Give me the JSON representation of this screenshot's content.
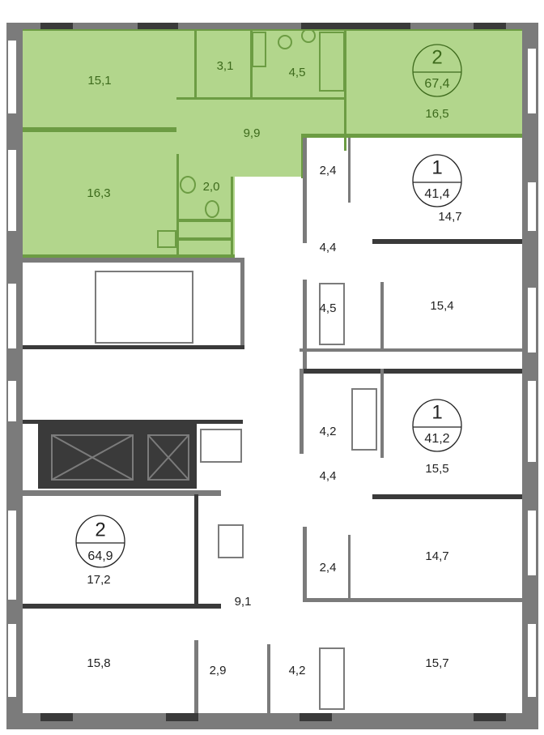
{
  "colors": {
    "selected_fill": "#b2d68c",
    "selected_wall": "#6c9c43",
    "wall": "#7b7b7b",
    "selected_text": "#3d6a1c"
  },
  "apartments": [
    {
      "rooms": "2",
      "area": "67,4",
      "selected": true,
      "room_areas": {
        "bedroom_1": "15,1",
        "storage": "3,1",
        "bathroom": "4,5",
        "living": "16,5",
        "hall": "9,9",
        "bedroom_2": "16,3",
        "wc": "2,0"
      }
    },
    {
      "rooms": "1",
      "area": "41,4",
      "selected": false,
      "room_areas": {
        "storage": "2,4",
        "room": "14,7",
        "hall": "4,4",
        "bathroom": "4,5",
        "kitchen": "15,4"
      }
    },
    {
      "rooms": "1",
      "area": "41,2",
      "selected": false,
      "room_areas": {
        "bathroom": "4,2",
        "room": "15,5",
        "hall": "4,4",
        "kitchen": "14,7",
        "storage": "2,4"
      }
    },
    {
      "rooms": "2",
      "area": "64,9",
      "selected": false,
      "room_areas": {
        "room_1": "17,2",
        "hall": "9,1",
        "room_2": "15,8",
        "wc": "2,9",
        "bathroom": "4,2",
        "kitchen": "15,7"
      }
    }
  ]
}
